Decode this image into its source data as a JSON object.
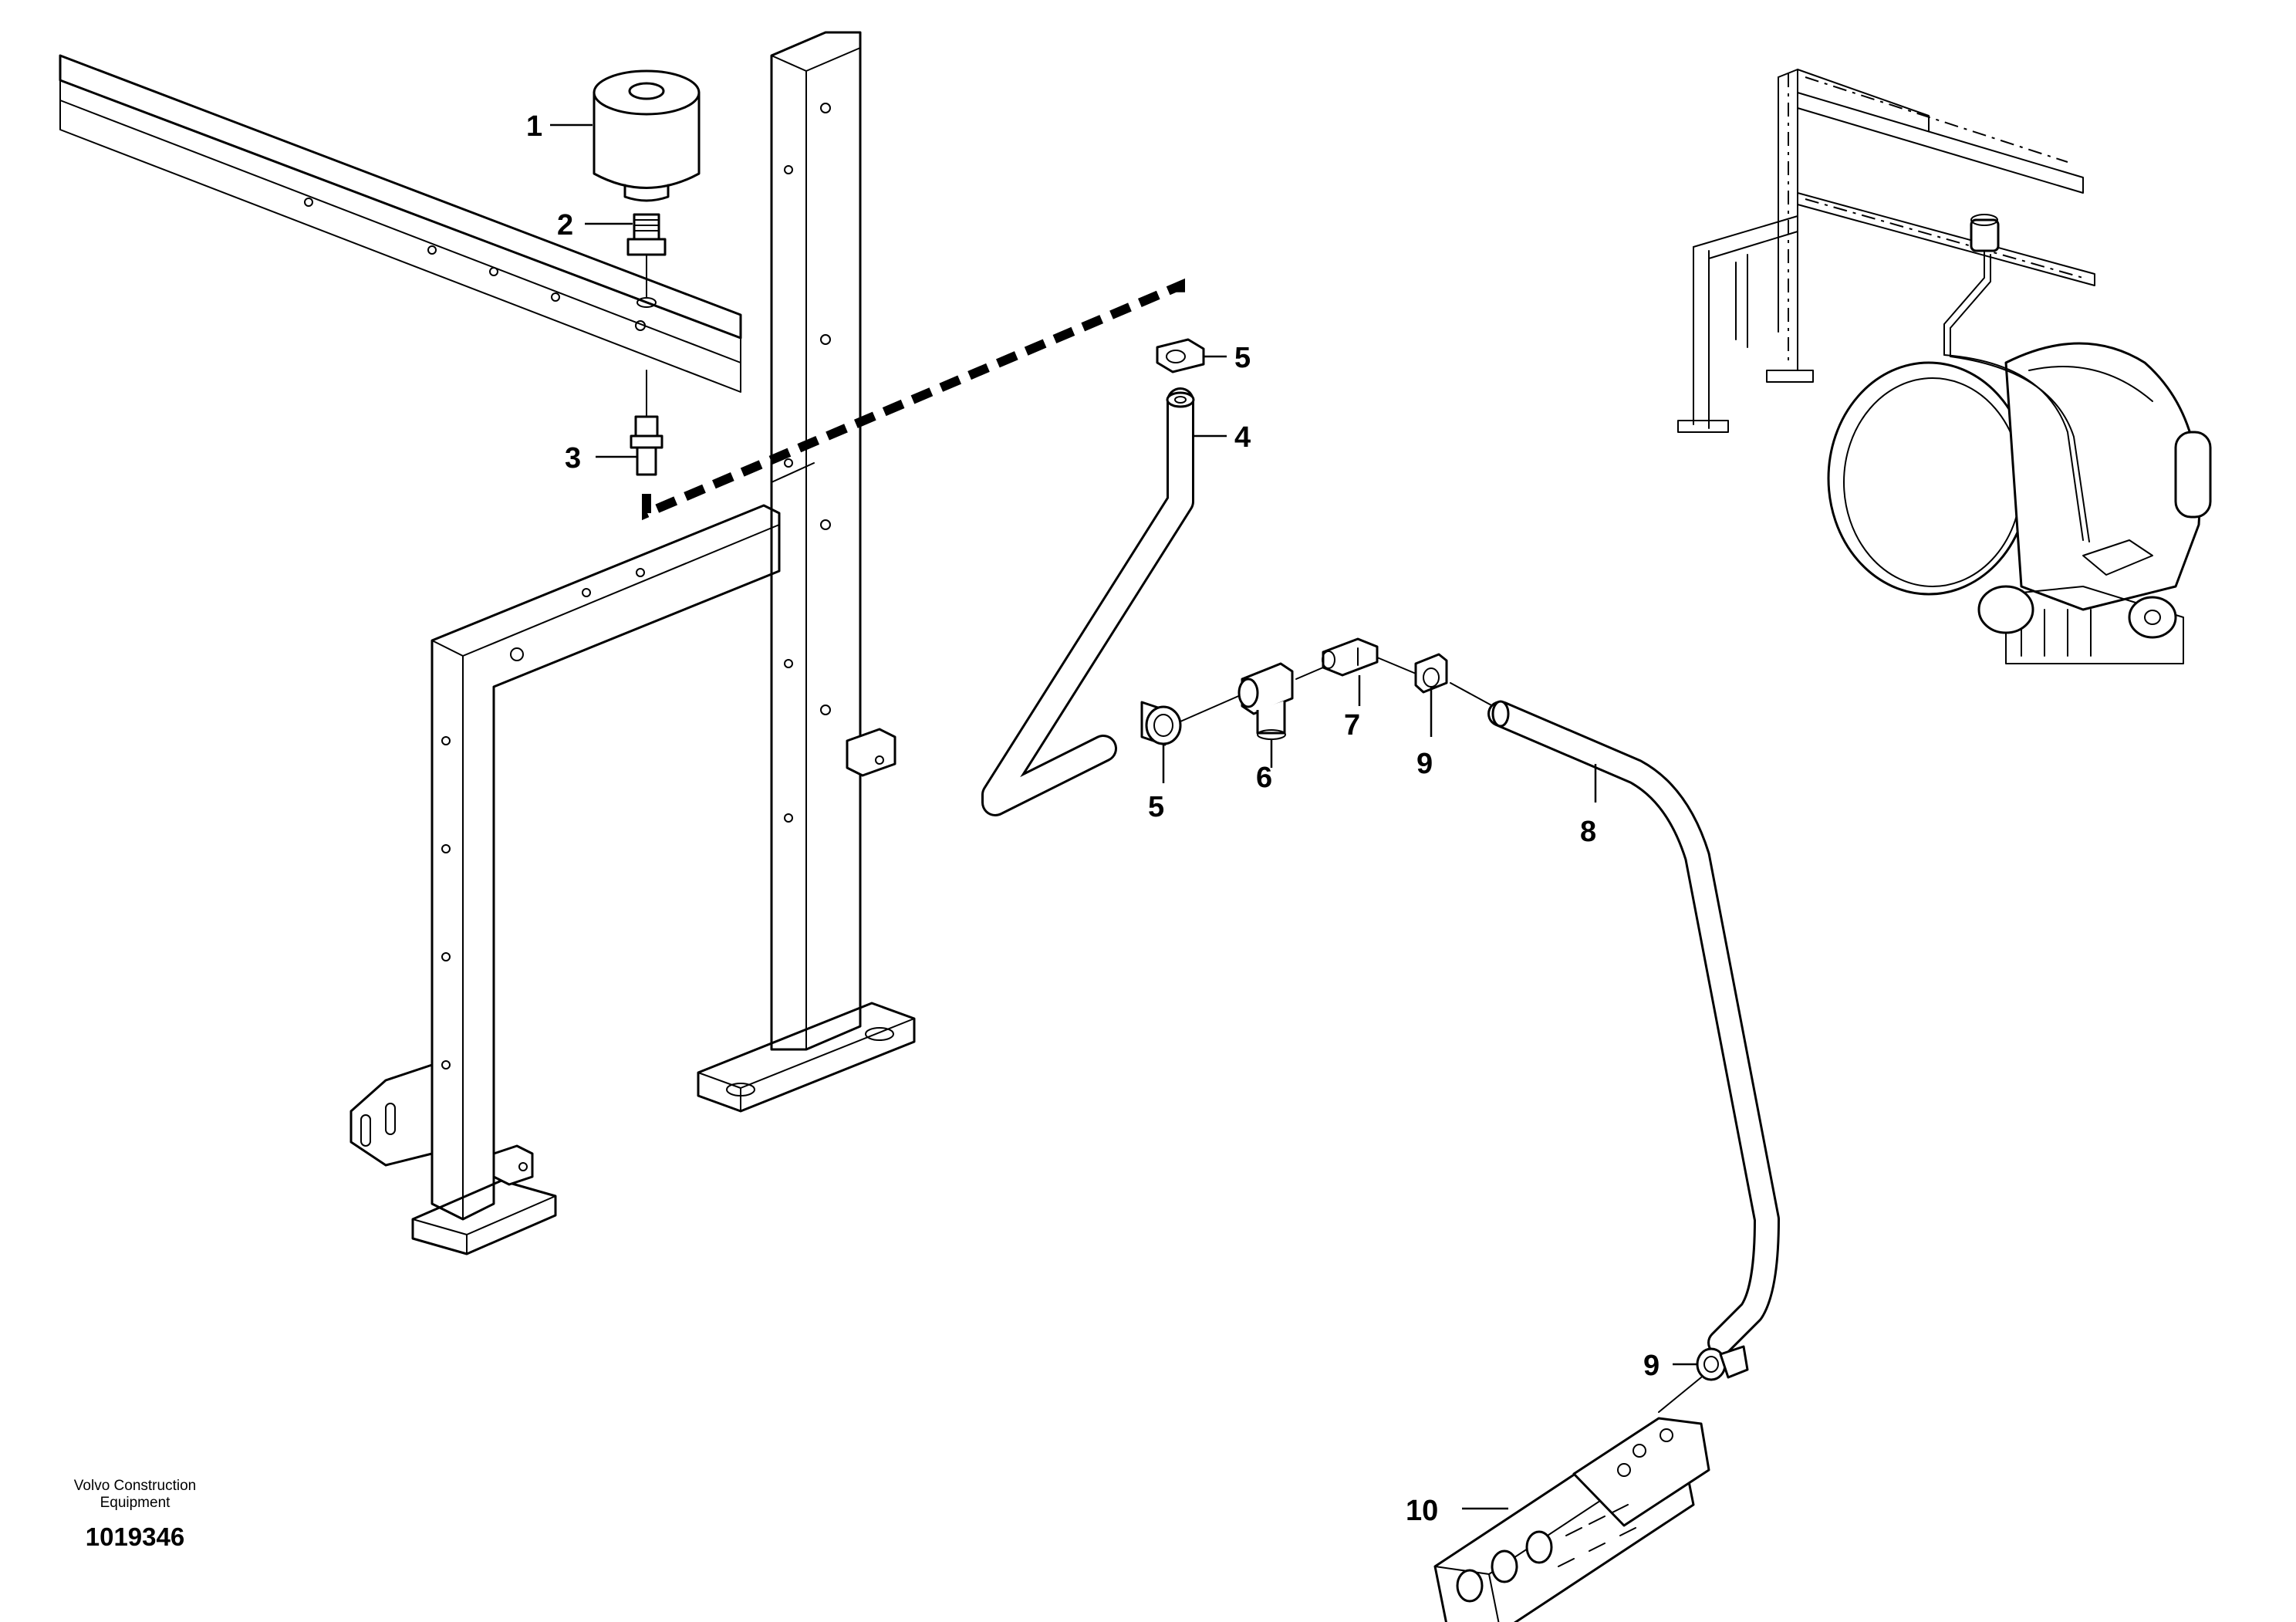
{
  "diagram": {
    "callouts": {
      "c1": "1",
      "c2": "2",
      "c3": "3",
      "c4": "4",
      "c5a": "5",
      "c5b": "5",
      "c6": "6",
      "c7": "7",
      "c8": "8",
      "c9a": "9",
      "c9b": "9",
      "c10": "10"
    }
  },
  "footer": {
    "company_line1": "Volvo Construction",
    "company_line2": "Equipment",
    "drawing_number": "1019346"
  }
}
